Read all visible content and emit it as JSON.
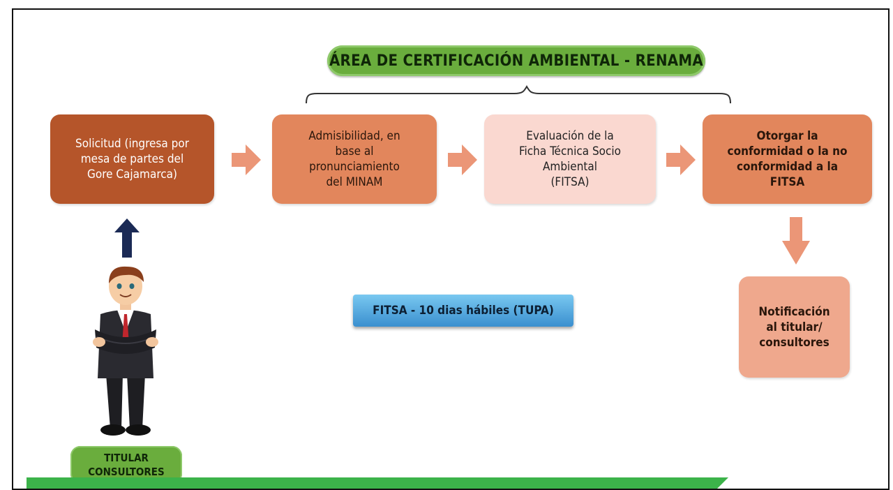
{
  "header": {
    "title": "ÁREA DE CERTIFICACIÓN AMBIENTAL - RENAMA"
  },
  "steps": {
    "solicitud": "Solicitud (ingresa por\nmesa de partes del\nGore Cajamarca)",
    "admisibilidad": "Admisibilidad, en\nbase al\npronunciamiento\ndel MINAM",
    "evaluacion": "Evaluación de la\nFicha Técnica Socio\nAmbiental\n(FITSA)",
    "otorgar": "Otorgar la\nconformidad o la no\nconformidad a la\nFITSA",
    "notificacion": "Notificación\nal titular/\nconsultores"
  },
  "fitsa_bar": {
    "label": "FITSA - 10 dias hábiles (TUPA)"
  },
  "actor": {
    "label": "TITULAR\nCONSULTORES"
  },
  "colors": {
    "green": "#6aad3d",
    "dark_orange": "#b5552a",
    "orange": "#e2865c",
    "pale_pink": "#fad8d0",
    "salmon": "#efa88d",
    "blue": "#3a8fcf",
    "navy_arrow": "#1b2a55"
  }
}
